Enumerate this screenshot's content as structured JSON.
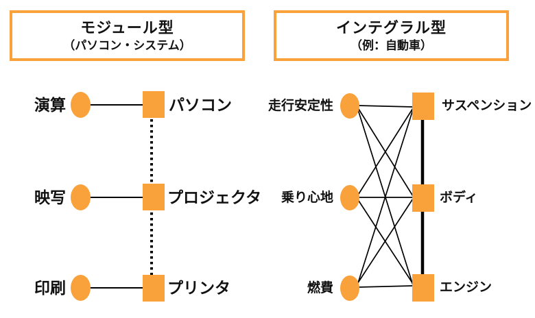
{
  "colors": {
    "accent": "#F9A23B",
    "line": "#000000",
    "text": "#111111"
  },
  "panels": [
    {
      "title": "モジュール型",
      "subtitle": "（パソコン・システム）",
      "functions": [
        "演算",
        "映写",
        "印刷"
      ],
      "components": [
        "パソコン",
        "プロジェクタ",
        "プリンタ"
      ]
    },
    {
      "title": "インテグラル型",
      "subtitle": "（例：自動車）",
      "functions": [
        "走行安定性",
        "乗り心地",
        "燃費"
      ],
      "components": [
        "サスペンション",
        "ボディ",
        "エンジン"
      ]
    }
  ]
}
